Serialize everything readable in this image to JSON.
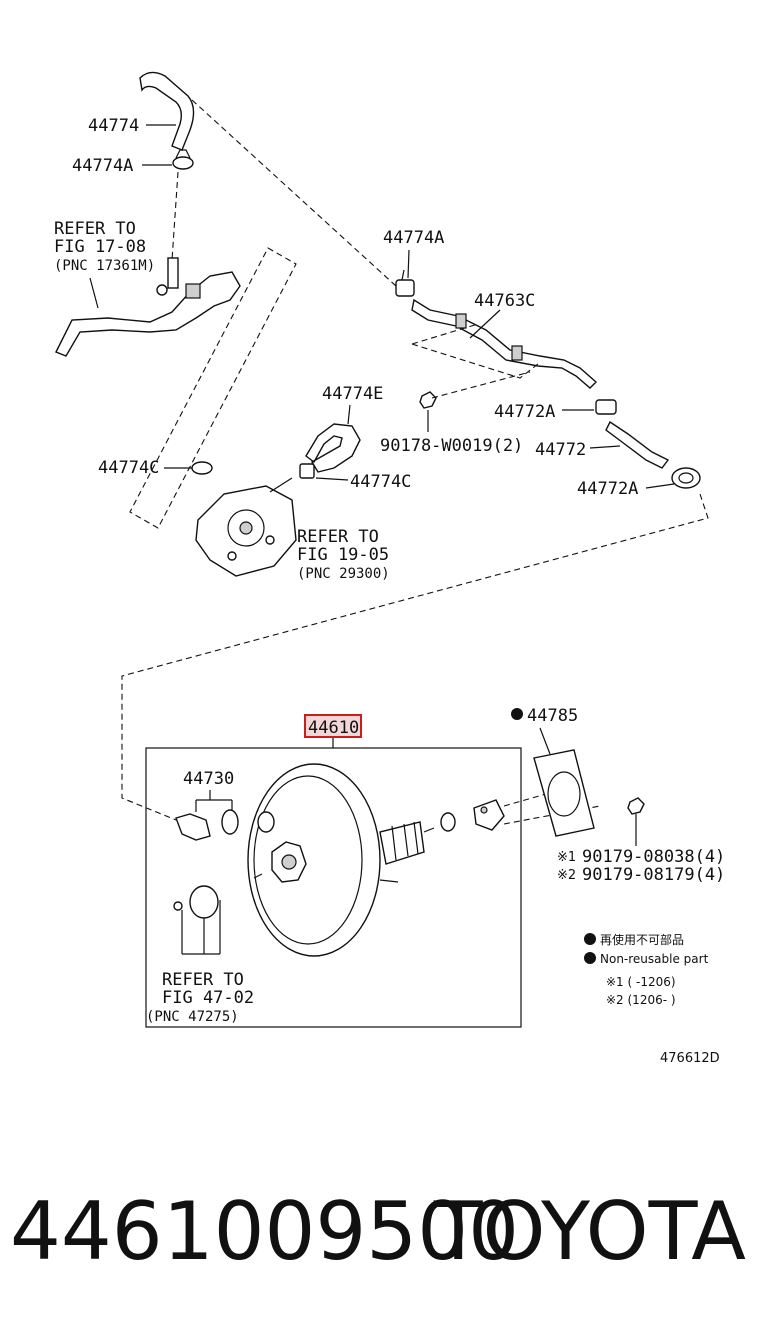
{
  "callouts": {
    "c44774": "44774",
    "c44774A_top": "44774A",
    "refer17_line1": "REFER TO",
    "refer17_line2": "FIG 17-08",
    "refer17_line3": "(PNC 17361M)",
    "c44774A_mid": "44774A",
    "c44763C": "44763C",
    "c44774E": "44774E",
    "c90178": "90178-W0019(2)",
    "c44772A_1": "44772A",
    "c44772": "44772",
    "c44774C_left": "44774C",
    "c44774C_right": "44774C",
    "c44772A_2": "44772A",
    "refer19_line1": "REFER TO",
    "refer19_line2": "FIG 19-05",
    "refer19_line3": "(PNC 29300)",
    "c44610": "44610",
    "c44785": "44785",
    "c44730": "44730",
    "c90179a": "90179-08038(4)",
    "c90179b": "90179-08179(4)",
    "mark1": "※1",
    "mark2": "※2",
    "refer47_line1": "REFER TO",
    "refer47_line2": "FIG 47-02",
    "refer47_line3": "(PNC 47275)"
  },
  "legend": {
    "line_jp": "再使用不可部品",
    "line_en": "Non-reusable part",
    "range1": "※1 (      -1206)",
    "range2": "※2 (1206-      )"
  },
  "diagram_code": "476612D",
  "footer": {
    "part_number": "4461009500",
    "brand": "TOYOTA"
  },
  "colors": {
    "highlight_border": "#c81e1e",
    "highlight_fill": "#f3d7d7",
    "ink": "#111111"
  }
}
